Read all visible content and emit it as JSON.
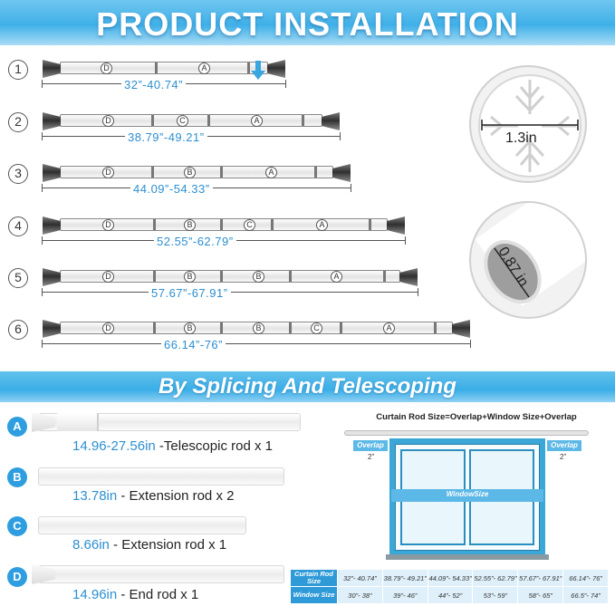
{
  "header": {
    "title": "PRODUCT INSTALLATION"
  },
  "rows": [
    {
      "num": "1",
      "segments": [
        "D",
        "A"
      ],
      "dimension": "32”-40.74”"
    },
    {
      "num": "2",
      "segments": [
        "D",
        "C",
        "A"
      ],
      "dimension": "38.79”-49.21”"
    },
    {
      "num": "3",
      "segments": [
        "D",
        "B",
        "A"
      ],
      "dimension": "44.09”-54.33”"
    },
    {
      "num": "4",
      "segments": [
        "D",
        "B",
        "C",
        "A"
      ],
      "dimension": "52.55”-62.79”"
    },
    {
      "num": "5",
      "segments": [
        "D",
        "B",
        "B",
        "A"
      ],
      "dimension": "57.67”-67.91”"
    },
    {
      "num": "6",
      "segments": [
        "D",
        "B",
        "B",
        "C",
        "A"
      ],
      "dimension": "66.14”-76”"
    }
  ],
  "details": {
    "mount_diameter": "1.3in",
    "tube_diameter": "0.87 in"
  },
  "banner": {
    "title": "By Splicing And Telescoping"
  },
  "parts": [
    {
      "badge": "A",
      "size": "14.96-27.56in",
      "desc": "-Telescopic rod x 1"
    },
    {
      "badge": "B",
      "size": "13.78in",
      "desc": "- Extension rod x 2"
    },
    {
      "badge": "C",
      "size": "8.66in",
      "desc": "- Extension rod x 1"
    },
    {
      "badge": "D",
      "size": "14.96in",
      "desc": "- End  rod x 1"
    }
  ],
  "diagram": {
    "caption": "Curtain Rod Size=Overlap+Window Size+Overlap",
    "overlap_label": "Overlap",
    "overlap_inches": "2”",
    "window_label": "WindowSize"
  },
  "size_table": {
    "row1_header": "Curtain Rod Size",
    "row2_header": "Window Size",
    "rod_sizes": [
      "32”- 40.74”",
      "38.79”- 49.21”",
      "44.09”- 54.33”",
      "52.55”- 62.79”",
      "57.67”- 67.91”",
      "66.14”- 76”"
    ],
    "window_sizes": [
      "30”- 38”",
      "39”- 46”",
      "44”- 52”",
      "53”- 59”",
      "58”- 65”",
      "66.5”- 74”"
    ]
  },
  "colors": {
    "accent": "#2f9ee0",
    "dimension_text": "#2c8fd0",
    "header_blue": "#3fb0e8"
  }
}
